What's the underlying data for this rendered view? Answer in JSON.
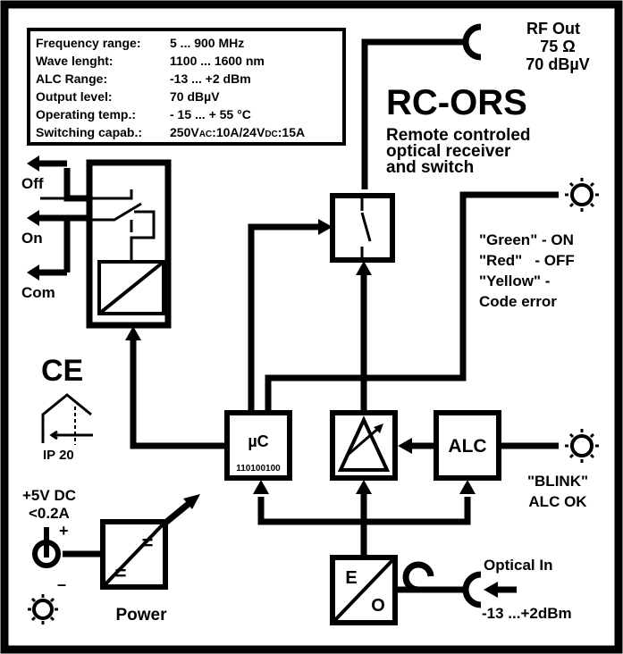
{
  "specs": {
    "rows": [
      {
        "label": "Frequency range:",
        "value": "5 ... 900 MHz"
      },
      {
        "label": "Wave lenght:",
        "value": "1100 ... 1600 nm"
      },
      {
        "label": "ALC Range:",
        "value": "-13 ... +2 dBm"
      },
      {
        "label": "Output level:",
        "value": "70 dBµV"
      },
      {
        "label": "Operating temp.:",
        "value": "- 15 ... + 55 °C"
      },
      {
        "label": "Switching capab.:",
        "value": "250V",
        "ac": "AC",
        "mid": ":10A/24V",
        "dc": "DC",
        "end": ":15A"
      }
    ]
  },
  "rf_out": {
    "title": "RF Out",
    "impedance": "75 Ω",
    "level": "70 dBµV"
  },
  "product": {
    "name": "RC-ORS",
    "desc": [
      "Remote controled",
      "optical receiver",
      "and switch"
    ]
  },
  "led_status": {
    "lines": [
      "\"Green\" - ON",
      "\"Red\"   - OFF",
      "\"Yellow\" -",
      "Code error"
    ]
  },
  "alc_status": {
    "lines": [
      "\"BLINK\"",
      "ALC OK"
    ]
  },
  "relay": {
    "off": "Off",
    "on": "On",
    "com": "Com"
  },
  "uc": {
    "label": "µC",
    "code": "110100100"
  },
  "alc": {
    "label": "ALC"
  },
  "eo": {
    "e": "E",
    "o": "O"
  },
  "power": {
    "supply": "+5V DC",
    "current": "<0.2A",
    "label": "Power",
    "plus": "+",
    "minus": "–"
  },
  "ce": {
    "label": "CE"
  },
  "ip": {
    "label": "IP 20"
  },
  "optical_in": {
    "title": "Optical In",
    "range": "-13 ...+2dBm"
  },
  "converter": {
    "equals": "="
  }
}
